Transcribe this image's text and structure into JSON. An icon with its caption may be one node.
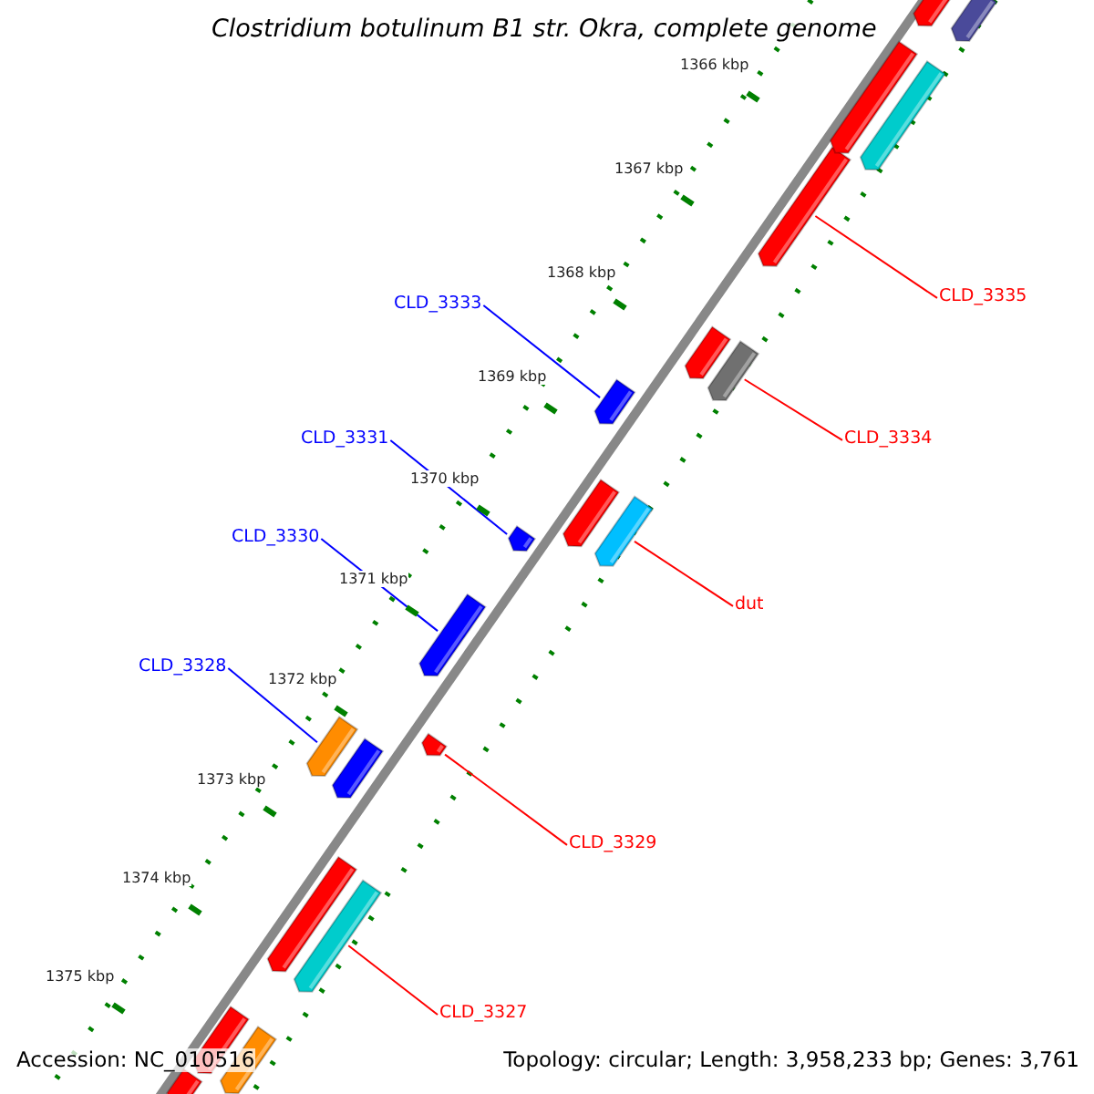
{
  "diagram": {
    "title": "Clostridium botulinum B1 str. Okra, complete genome",
    "nodes": [
      {
        "text": [
          "CLD_3335"
        ]
      },
      {
        "text": [],
        "shape": "bar"
      },
      {
        "text": [
          "CLD_3333"
        ]
      },
      {
        "text": [],
        "shape": "bar"
      },
      {
        "text": [
          "CLD_3334"
        ]
      },
      {
        "text": [],
        "shape": "bar"
      },
      {
        "text": [
          "CLD_3331"
        ]
      },
      {
        "text": [],
        "shape": "bar"
      },
      {
        "text": [
          "dut"
        ]
      },
      {
        "text": [],
        "shape": "bar"
      },
      {
        "text": [
          "CLD_3330"
        ]
      },
      {
        "text": [],
        "shape": "bar"
      },
      {
        "text": [
          "CLD_3328"
        ]
      },
      {
        "text": [],
        "shape": "bar"
      },
      {
        "text": [
          "CLD_3329"
        ]
      },
      {
        "text": [],
        "shape": "bar"
      },
      {
        "text": [
          "CLD_3327"
        ]
      },
      {
        "text": [],
        "shape": "bar"
      },
      {
        "text": [],
        "shape": "bar"
      },
      {
        "text": [],
        "shape": "bar"
      },
      {
        "text": [],
        "shape": "bar"
      },
      {
        "text": [],
        "shape": "bar"
      },
      {
        "text": [],
        "shape": "bar"
      },
      {
        "text": [],
        "shape": "bar"
      },
      {
        "text": [],
        "shape": "bar"
      },
      {
        "text": [],
        "shape": "bar"
      },
      {
        "text": [],
        "shape": "bar"
      },
      {
        "text": [],
        "shape": "bar"
      },
      {
        "text": [],
        "shape": "bar"
      }
    ],
    "edges": [
      {
        "from": 0,
        "to": 1,
        "arrow": "none"
      },
      {
        "from": 2,
        "to": 3,
        "arrow": "none",
        "color": "#0000ff"
      },
      {
        "from": 4,
        "to": 5,
        "arrow": "none"
      },
      {
        "from": 6,
        "to": 7,
        "arrow": "none",
        "color": "#0000ff"
      },
      {
        "from": 8,
        "to": 9,
        "arrow": "none"
      },
      {
        "from": 10,
        "to": 11,
        "arrow": "none",
        "color": "#0000ff"
      },
      {
        "from": 12,
        "to": 13,
        "arrow": "none",
        "color": "#0000ff"
      },
      {
        "from": 14,
        "to": 15,
        "arrow": "none"
      },
      {
        "from": 16,
        "to": 17,
        "arrow": "none"
      }
    ],
    "labels": [
      "1366 kbp",
      "1367 kbp",
      "1368 kbp",
      "1369 kbp",
      "1370 kbp",
      "1371 kbp",
      "1372 kbp",
      "1373 kbp",
      "1374 kbp",
      "1375 kbp",
      "Accession: NC_010516",
      "Topology: circular; Length: 3,958,233 bp; Genes: 3,761"
    ]
  }
}
